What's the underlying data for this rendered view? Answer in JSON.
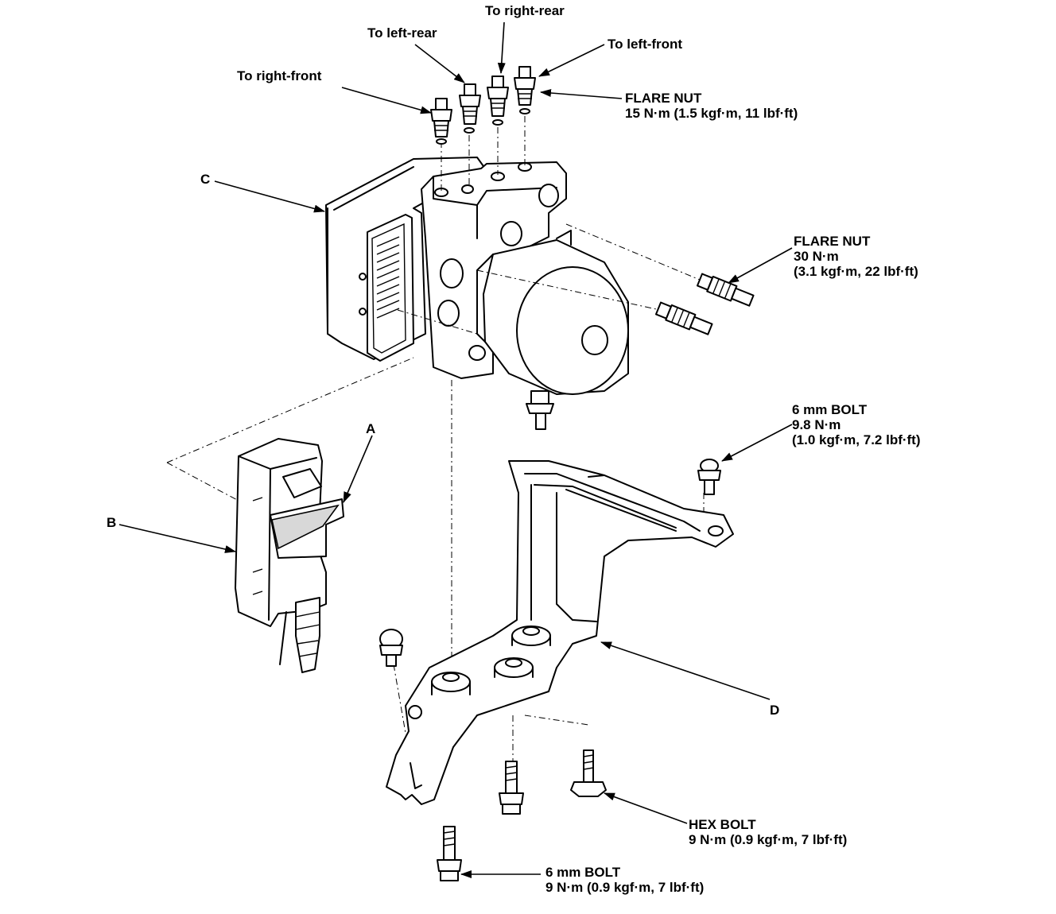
{
  "labels": {
    "to_right_rear": "To right-rear",
    "to_left_rear": "To left-rear",
    "to_left_front": "To left-front",
    "to_right_front": "To right-front",
    "flare_nut_15": {
      "title": "FLARE NUT",
      "spec": "15 N·m (1.5 kgf·m, 11 lbf·ft)"
    },
    "flare_nut_30": {
      "title": "FLARE NUT",
      "spec1": "30 N·m",
      "spec2": "(3.1 kgf·m, 22 lbf·ft)"
    },
    "bolt_6mm_98": {
      "title": "6 mm BOLT",
      "spec1": "9.8 N·m",
      "spec2": "(1.0 kgf·m, 7.2 lbf·ft)"
    },
    "hex_bolt": {
      "title": "HEX BOLT",
      "spec": "9 N·m (0.9 kgf·m, 7 lbf·ft)"
    },
    "bolt_6mm_9": {
      "title": "6 mm BOLT",
      "spec": "9 N·m (0.9 kgf·m, 7 lbf·ft)"
    },
    "callout_a": "A",
    "callout_b": "B",
    "callout_c": "C",
    "callout_d": "D"
  }
}
